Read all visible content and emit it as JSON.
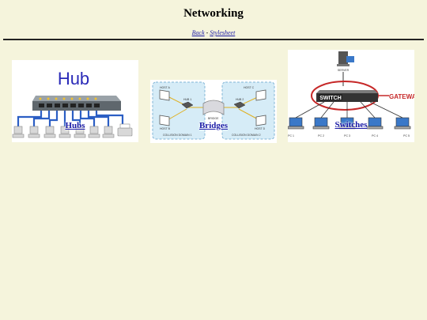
{
  "page": {
    "title": "Networking",
    "nav": {
      "back": "Back",
      "separator": " - ",
      "stylesheet": "Stylesheet"
    }
  },
  "cards": [
    {
      "caption": "Hubs",
      "image_text": {
        "heading": "Hub"
      }
    },
    {
      "caption": "Bridges",
      "image_text": {
        "host_a": "HOST A",
        "host_b": "HOST B",
        "host_c": "HOST C",
        "host_d": "HOST D",
        "hub_1": "HUB 1",
        "hub_2": "HUB 2",
        "bridge": "BRIDGE",
        "domain_1": "COLLISION DOMAIN 1",
        "domain_2": "COLLISION DOMAIN 2"
      }
    },
    {
      "caption": "Switches",
      "image_text": {
        "server": "SERVER",
        "switch": "SWITCH",
        "gateway": "GATEWA",
        "pc1": "PC 1",
        "pc2": "PC 2",
        "pc3": "PC 3",
        "pc4": "PC 4",
        "pc5": "PC 5"
      }
    }
  ],
  "colors": {
    "background": "#f5f4dc",
    "link": "#1a1aa6",
    "hub_heading": "#2a2ab8",
    "hub_cables": "#2b5ec4",
    "bridge_zone": "#d6ecf7",
    "switch_ring": "#c62828"
  },
  "icons": [
    "hub-device-icon",
    "computer-icon",
    "printer-icon",
    "monitor-icon",
    "bridge-icon",
    "server-icon",
    "switch-device-icon"
  ]
}
